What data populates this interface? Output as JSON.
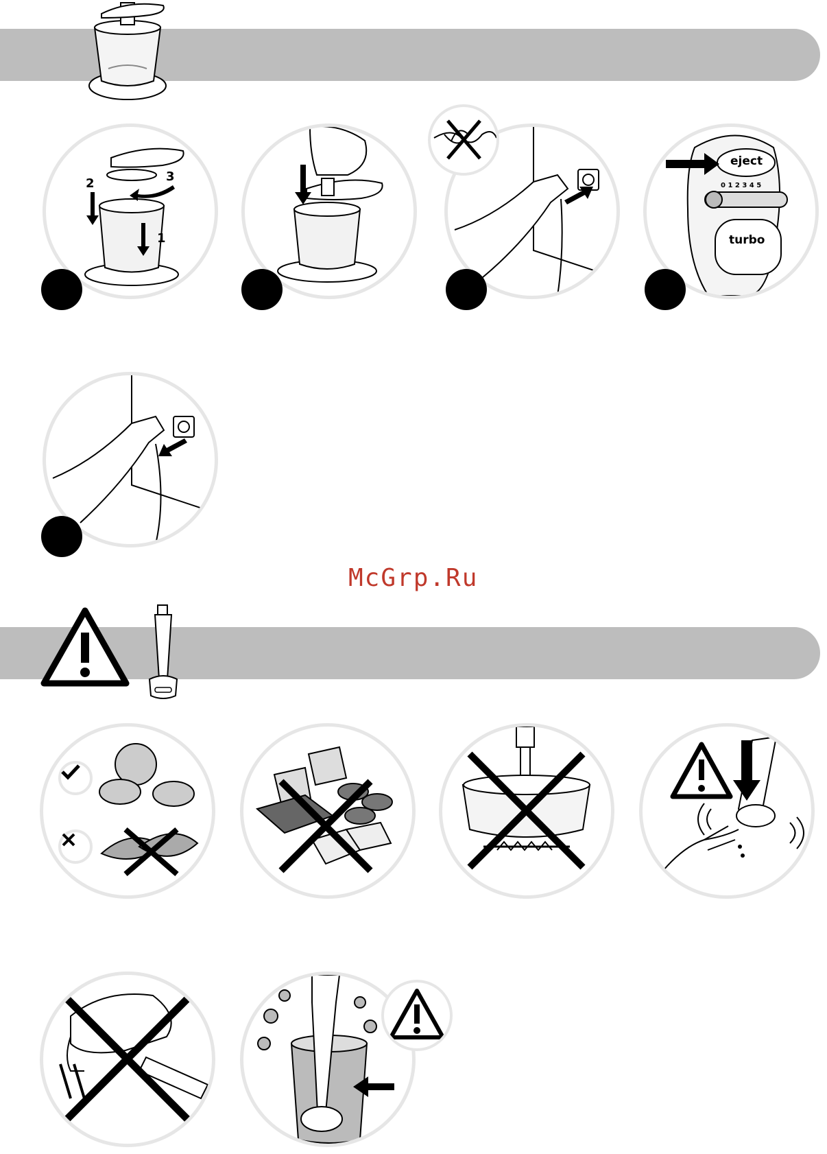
{
  "watermark": "McGrp.Ru",
  "sections": {
    "chopper_section": {
      "steps": [
        {
          "badge": "",
          "labels": [
            "2",
            "3",
            "1"
          ],
          "icons": [
            "chopper-assembly-illustration",
            "arrow-down-icon",
            "curved-arrow-icon"
          ]
        },
        {
          "badge": "",
          "icons": [
            "chopper-press-illustration",
            "arrow-down-icon"
          ]
        },
        {
          "badge": "",
          "icons": [
            "plug-in-illustration",
            "no-tangled-cord-icon"
          ]
        },
        {
          "badge": "",
          "labels": [
            "eject",
            "0 1 2 3 4 5",
            "turbo"
          ],
          "icons": [
            "control-panel-illustration",
            "arrow-right-icon"
          ]
        },
        {
          "badge": "",
          "icons": [
            "unplug-illustration",
            "arrow-left-icon"
          ]
        }
      ]
    },
    "blender_section": {
      "warnings": [
        {
          "icons": [
            "fruit-ok-illustration",
            "checkmark-icon",
            "nuts-not-ok-illustration",
            "cross-icon"
          ]
        },
        {
          "icons": [
            "hard-food-forbidden-illustration",
            "x-mark-icon"
          ]
        },
        {
          "icons": [
            "hot-pan-forbidden-illustration",
            "x-mark-icon"
          ]
        },
        {
          "icons": [
            "blade-danger-illustration",
            "warning-triangle-icon",
            "arrow-down-icon"
          ]
        },
        {
          "icons": [
            "mixer-forbidden-illustration",
            "x-mark-icon"
          ]
        },
        {
          "icons": [
            "splash-warning-illustration",
            "warning-triangle-icon",
            "arrow-left-icon"
          ]
        }
      ]
    }
  },
  "colors": {
    "band": "#bdbdbd",
    "circle_border": "#e6e6e6",
    "watermark": "#c0392b",
    "ink": "#000000"
  }
}
